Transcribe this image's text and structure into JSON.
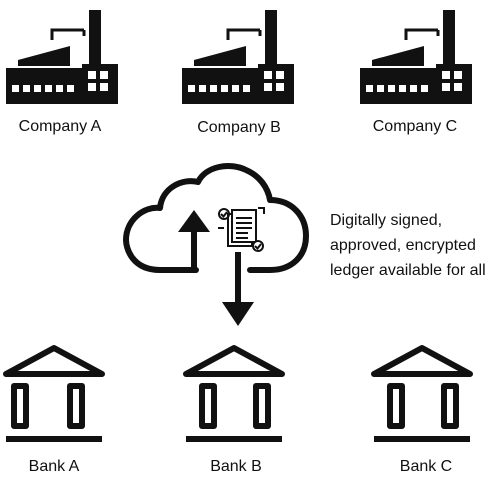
{
  "companies": [
    {
      "label": "Company A",
      "icon": "factory-icon"
    },
    {
      "label": "Company B",
      "icon": "factory-icon"
    },
    {
      "label": "Company C",
      "icon": "factory-icon"
    }
  ],
  "banks": [
    {
      "label": "Bank A",
      "icon": "bank-icon"
    },
    {
      "label": "Bank B",
      "icon": "bank-icon"
    },
    {
      "label": "Bank C",
      "icon": "bank-icon"
    }
  ],
  "cloud": {
    "icon": "cloud-icon",
    "document_icon": "ledger-document-icon",
    "up_arrow": "arrow-up-icon",
    "down_arrow": "arrow-down-icon"
  },
  "caption": {
    "lines": [
      "Digitally signed,",
      "approved, encrypted",
      "ledger available for all"
    ]
  },
  "colors": {
    "ink": "#111111",
    "background": "#ffffff"
  }
}
